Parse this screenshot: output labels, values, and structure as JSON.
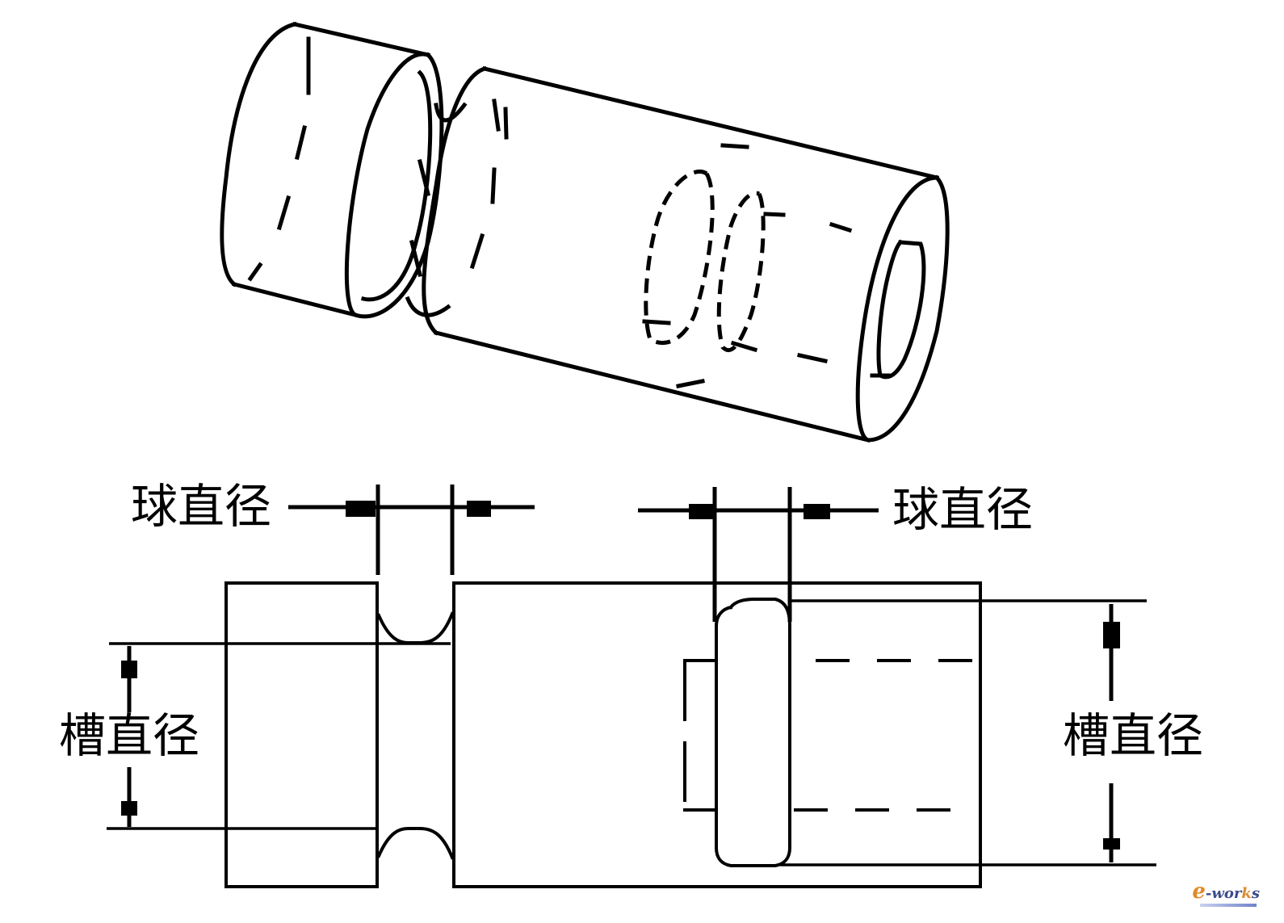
{
  "diagram": {
    "title": "",
    "description": "Ball-groove shaft: isometric view and front view with dimension annotations",
    "labels": {
      "ball_diameter_left": "球直径",
      "ball_diameter_right": "球直径",
      "groove_diameter_left": "槽直径",
      "groove_diameter_right": "槽直径"
    },
    "views": [
      "isometric-view",
      "front-view"
    ],
    "line_color": "#000000",
    "background_color": "#ffffff"
  },
  "watermark": {
    "prefix": "e",
    "text_main": "-wor",
    "text_accent": "k",
    "text_suffix": "s",
    "brand_color": "#3b4a8a",
    "accent_color": "#e08a2c"
  }
}
